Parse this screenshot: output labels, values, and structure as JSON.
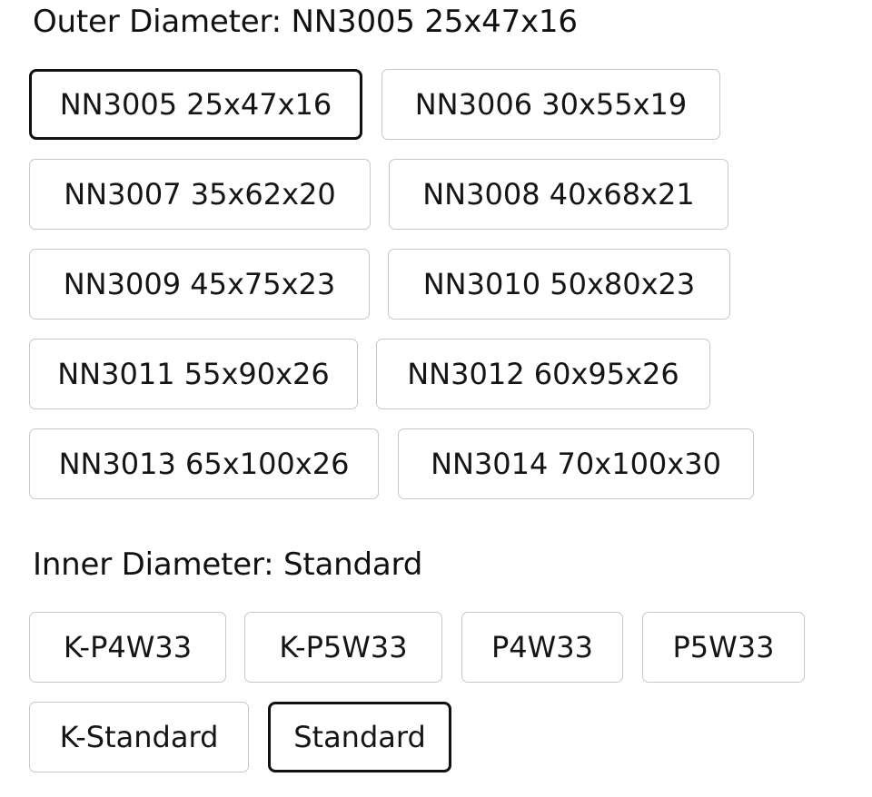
{
  "outer": {
    "label": "Outer Diameter:",
    "selected_value": "NN3005 25x47x16",
    "options": [
      {
        "label": "NN3005 25x47x16",
        "selected": true
      },
      {
        "label": "NN3006 30x55x19",
        "selected": false
      },
      {
        "label": "NN3007 35x62x20",
        "selected": false
      },
      {
        "label": "NN3008 40x68x21",
        "selected": false
      },
      {
        "label": "NN3009 45x75x23",
        "selected": false
      },
      {
        "label": "NN3010 50x80x23",
        "selected": false
      },
      {
        "label": "NN3011 55x90x26",
        "selected": false
      },
      {
        "label": "NN3012 60x95x26",
        "selected": false
      },
      {
        "label": "NN3013 65x100x26",
        "selected": false
      },
      {
        "label": "NN3014 70x100x30",
        "selected": false
      }
    ]
  },
  "inner": {
    "label": "Inner Diameter:",
    "selected_value": "Standard",
    "options": [
      {
        "label": "K-P4W33",
        "selected": false
      },
      {
        "label": "K-P5W33",
        "selected": false
      },
      {
        "label": "P4W33",
        "selected": false
      },
      {
        "label": "P5W33",
        "selected": false
      },
      {
        "label": "K-Standard",
        "selected": false
      },
      {
        "label": "Standard",
        "selected": true
      }
    ]
  }
}
